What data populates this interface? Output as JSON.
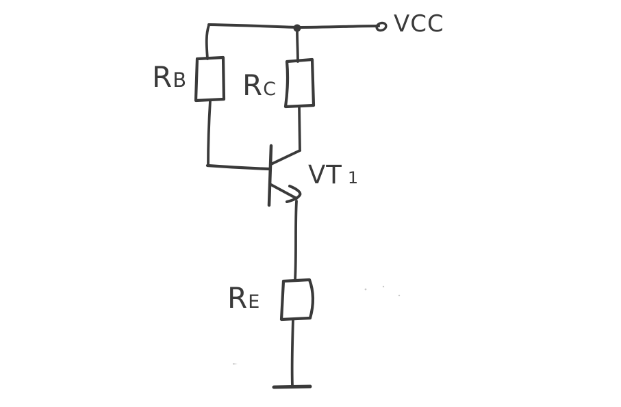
{
  "diagram": {
    "colors": {
      "ink": "#3a3a3a",
      "background": "#ffffff"
    },
    "labels": {
      "vcc": "VCC",
      "rb": {
        "main": "R",
        "sub": "B"
      },
      "rc": {
        "main": "R",
        "sub": "C"
      },
      "re": {
        "main": "R",
        "sub": "E"
      },
      "vt1": {
        "main": "VT",
        "sub": "1"
      }
    }
  }
}
